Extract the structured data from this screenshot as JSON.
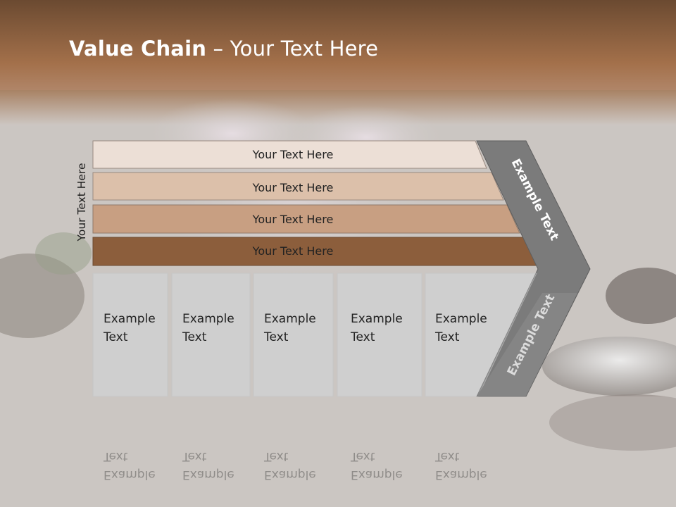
{
  "title": {
    "bold": "Value Chain",
    "rest": " – Your Text Here"
  },
  "side_label": "Your Text Here",
  "bars": [
    {
      "label": "Your Text Here",
      "color": "#ecdfd6"
    },
    {
      "label": "Your Text Here",
      "color": "#dcc0aa"
    },
    {
      "label": "Your Text Here",
      "color": "#c89f82"
    },
    {
      "label": "Your Text Here",
      "color": "#8c5e3c"
    }
  ],
  "cards": [
    {
      "line1": "Example",
      "line2": "Text"
    },
    {
      "line1": "Example",
      "line2": "Text"
    },
    {
      "line1": "Example",
      "line2": "Text"
    },
    {
      "line1": "Example",
      "line2": "Text"
    },
    {
      "line1": "Example",
      "line2": "Text"
    }
  ],
  "chevron": {
    "top_label": "Example Text",
    "bottom_label": "Example Text",
    "color": "#7b7b7b"
  },
  "colors": {
    "header_top": "#6b4a31",
    "header_bottom": "#a3704a",
    "card_fill": "#cfcfcf"
  }
}
